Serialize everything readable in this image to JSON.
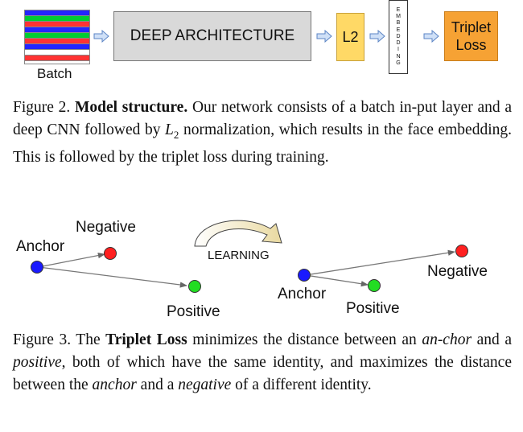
{
  "fig2": {
    "batch_label": "Batch",
    "deep_label": "DEEP ARCHITECTURE",
    "l2_label": "L2",
    "embedding_letters": [
      "E",
      "M",
      "B",
      "E",
      "D",
      "D",
      "I",
      "N",
      "G"
    ],
    "triplet_line1": "Triplet",
    "triplet_line2": "Loss",
    "stripe_colors": [
      "#2424ff",
      "#00cc33",
      "#ff3333",
      "#2424ff",
      "#00cc33",
      "#ff3333",
      "#2424ff",
      "#ffffff",
      "#ff3333",
      "#ffffff"
    ]
  },
  "caption2": {
    "prefix": "Figure 2. ",
    "bold": "Model structure.",
    "text1": " Our network consists of a batch in-put layer and a deep CNN followed by ",
    "math": "L",
    "math_sub": "2",
    "text2": " normalization, which results in the face embedding. This is followed by the triplet loss during training."
  },
  "fig3": {
    "left": {
      "anchor": "Anchor",
      "negative": "Negative",
      "positive": "Positive"
    },
    "learning": "LEARNING",
    "right": {
      "anchor": "Anchor",
      "negative": "Negative",
      "positive": "Positive"
    }
  },
  "caption3": {
    "prefix": "Figure 3. The ",
    "bold": "Triplet Loss",
    "t1": " minimizes the distance between an ",
    "i1": "an-chor",
    "t2": " and a ",
    "i2": "positive",
    "t3": ", both of which have the same identity, and maximizes the distance between the ",
    "i3": "anchor",
    "t4": " and a ",
    "i4": "negative",
    "t5": " of a different identity."
  }
}
